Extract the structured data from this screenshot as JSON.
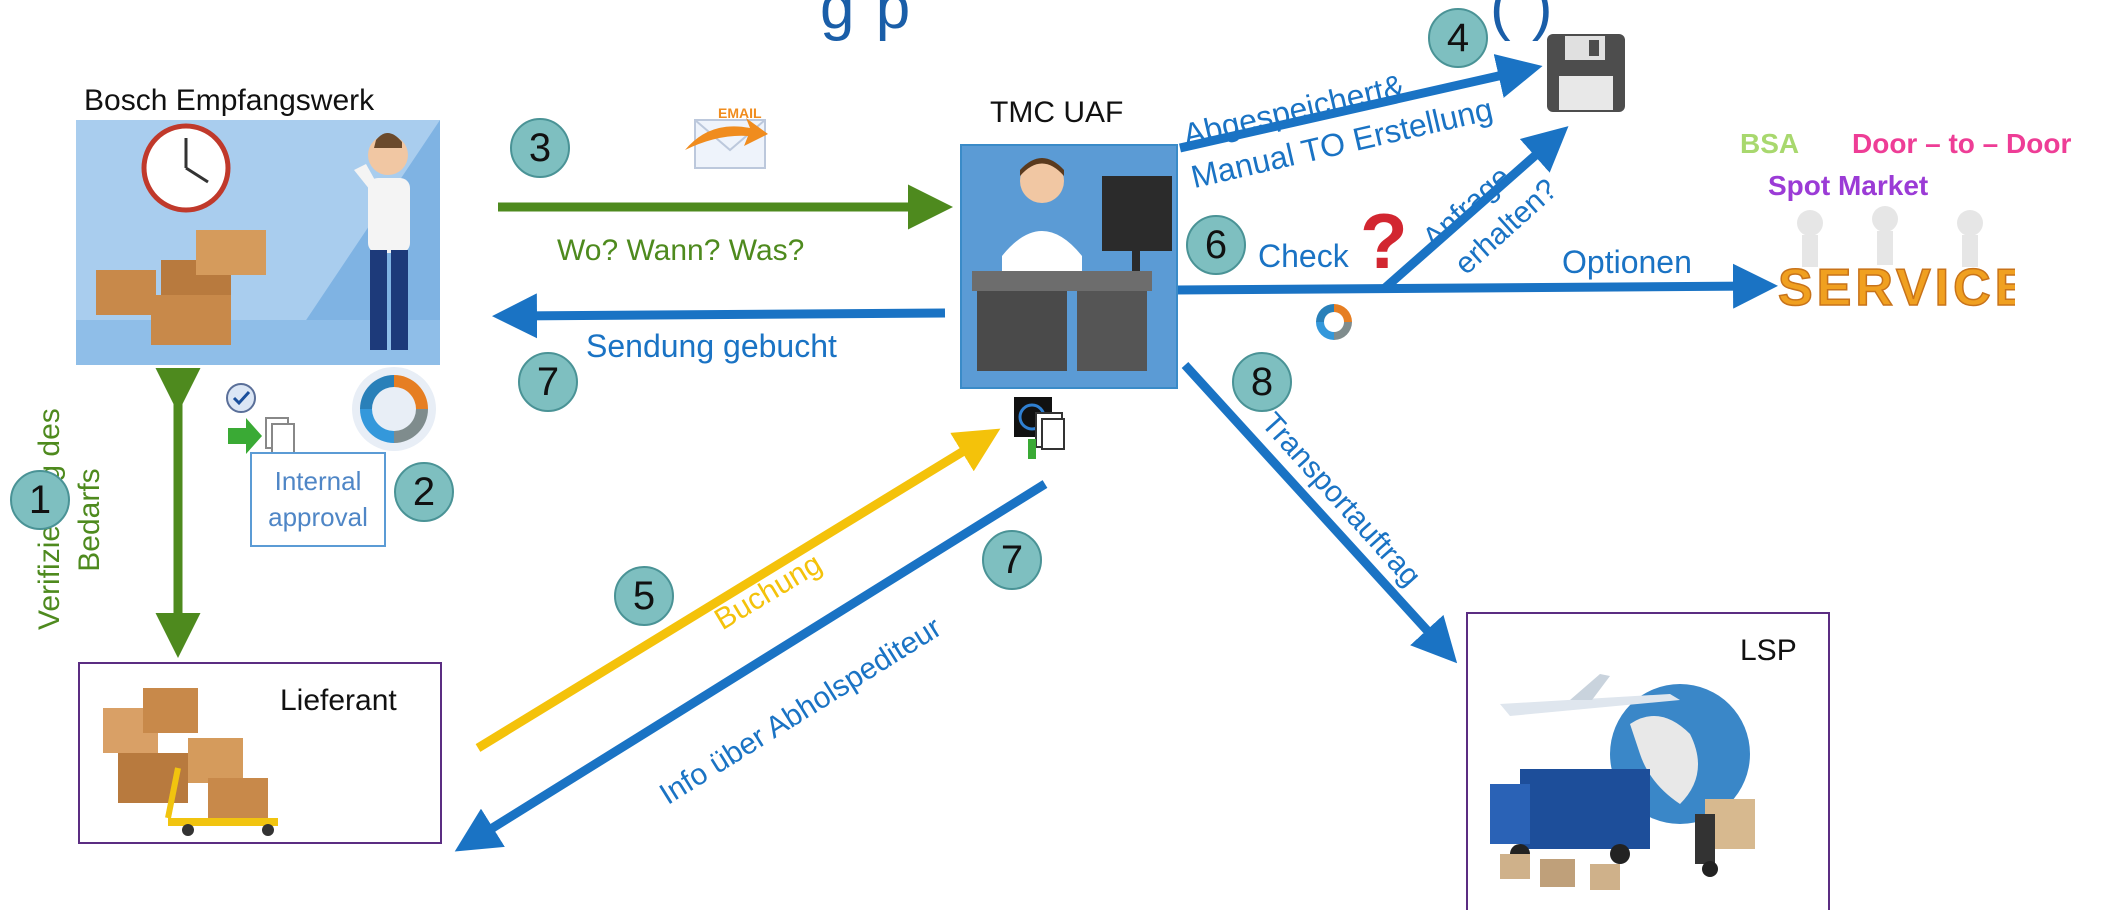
{
  "colors": {
    "blue": "#1a73c4",
    "green": "#4e8a1e",
    "yellow": "#f4c20a",
    "teal": "#7ebfc0",
    "purple": "#5b2d82"
  },
  "nodes": {
    "empfangswerk_title": "Bosch Empfangswerk",
    "tmc_title": "TMC UAF",
    "lieferant_title": "Lieferant",
    "lsp_title": "LSP",
    "internal_approval_line1": "Internal",
    "internal_approval_line2": "approval"
  },
  "labels": {
    "verifizierung_line1": "Verifizierung des",
    "verifizierung_line2": "Bedarfs",
    "wo_wann_was": "Wo? Wann? Was?",
    "sendung_gebucht": "Sendung gebucht",
    "buchung": "Buchung",
    "info_abholspediteur": "Info über Abholspediteur",
    "abgespeichert": "Abgespeichert&",
    "manual_to": "Manual TO Erstellung",
    "check": "Check",
    "anfrage_line1": "Anfrage",
    "anfrage_line2": "erhalten?",
    "optionen": "Optionen",
    "transportauftrag": "Transportauftrag",
    "email": "EMAIL"
  },
  "service": {
    "bsa": "BSA",
    "door_to_door": "Door – to – Door",
    "spot_market": "Spot Market",
    "word": "SERVICE"
  },
  "steps": {
    "s1": "1",
    "s2": "2",
    "s3": "3",
    "s4": "4",
    "s5": "5",
    "s6": "6",
    "s7a": "7",
    "s7b": "7",
    "s8": "8"
  },
  "icons": [
    "clock-icon",
    "person-on-phone-icon",
    "email-icon",
    "agent-desk-icon",
    "floppy-disk-icon",
    "question-mark-icon",
    "refresh-icon",
    "approval-check-icon",
    "pallet-truck-icon",
    "airplane-icon",
    "globe-icon",
    "truck-icon",
    "service-figures-icon"
  ]
}
